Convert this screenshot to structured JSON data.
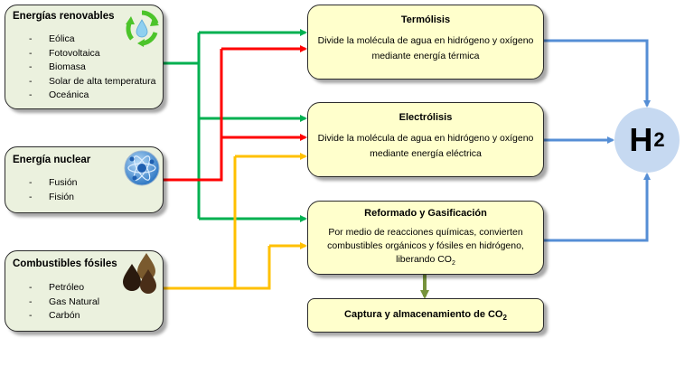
{
  "sources": [
    {
      "id": "renewables",
      "title": "Energías renovables",
      "icon": "recycle-water-drop-icon",
      "items": [
        "Eólica",
        "Fotovoltaica",
        "Biomasa",
        "Solar de alta temperatura",
        "Oceánica"
      ],
      "connector_color": "#00b050"
    },
    {
      "id": "nuclear",
      "title": "Energía nuclear",
      "icon": "atom-icon",
      "items": [
        "Fusión",
        "Fisión"
      ],
      "connector_color": "#ff0000"
    },
    {
      "id": "fossil",
      "title": "Combustibles fósiles",
      "icon": "oil-drops-icon",
      "items": [
        "Petróleo",
        "Gas Natural",
        "Carbón"
      ],
      "connector_color": "#ffc000"
    }
  ],
  "processes": [
    {
      "id": "termolisis",
      "title": "Termólisis",
      "description_lines": [
        "Divide la molécula de agua en hidrógeno y oxígeno",
        "mediante energía térmica"
      ],
      "inputs": [
        "renewables",
        "nuclear"
      ]
    },
    {
      "id": "electrolisis",
      "title": "Electrólisis",
      "description_lines": [
        "Divide la molécula de agua en hidrógeno y oxígeno",
        "mediante energía eléctrica"
      ],
      "inputs": [
        "renewables",
        "nuclear",
        "fossil"
      ]
    },
    {
      "id": "reformado",
      "title": "Reformado y Gasificación",
      "description_lines": [
        "Por medio de reacciones químicas, convierten",
        "combustibles orgánicos y fósiles en hidrógeno,",
        "liberando CO"
      ],
      "description_subscript": "2",
      "inputs": [
        "renewables",
        "fossil"
      ]
    }
  ],
  "capture": {
    "title": "Captura y almacenamiento de CO",
    "subscript": "2",
    "connector_color": "#77933c"
  },
  "product": {
    "symbol": "H",
    "subscript": "2",
    "color": "#c6d9f1",
    "connector_color": "#558ed5"
  }
}
